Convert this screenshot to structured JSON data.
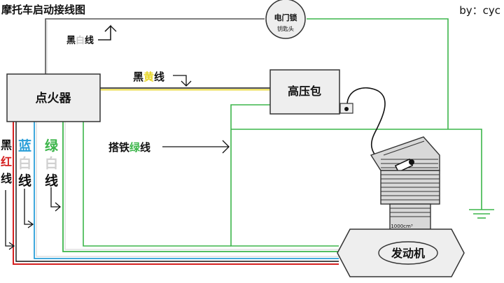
{
  "title": "摩托车启动接线图",
  "author": "by：cyc",
  "components": {
    "igniter": "点火器",
    "coil": "高压包",
    "key_switch": "电门锁",
    "key_switch_sub": "钥匙头",
    "engine": "发动机",
    "displacement": "1000cm³"
  },
  "wire_labels": {
    "black_white": {
      "prefix": "黑",
      "highlight": "白",
      "suffix": "线"
    },
    "black_yellow": {
      "prefix": "黑",
      "highlight": "黄",
      "suffix": "线"
    },
    "ground": {
      "prefix": "搭铁",
      "highlight": "绿",
      "suffix": "线"
    },
    "black_red": {
      "c1": "黑",
      "c2": "红",
      "c3": "线"
    },
    "blue_white": {
      "c1": "蓝",
      "c2": "白",
      "c3": "线"
    },
    "green_white": {
      "c1": "绿",
      "c2": "白",
      "c3": "线"
    }
  },
  "colors": {
    "red": "#d42020",
    "blue": "#2a9fd8",
    "green": "#3cb54a",
    "yellow": "#e8d62a",
    "black": "#111111",
    "panel": "#eeeeee",
    "engine_gray": "#d8d8d8"
  }
}
